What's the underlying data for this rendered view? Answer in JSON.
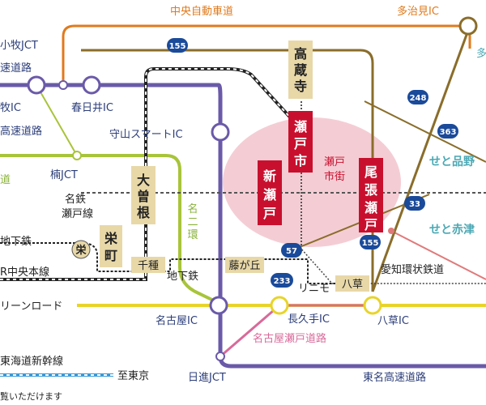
{
  "colors": {
    "chuo_expressway": "#e07a1c",
    "tomei_expressway": "#6a5aa8",
    "meinikan": "#a8c43a",
    "green_road": "#e8d42a",
    "nagoya_seto_road": "#d86a9a",
    "aichi_loop_railway": "#8a6d2a",
    "meitetsu_seto": "#555555",
    "subway": "#222222",
    "shinkansen": "#3a9ad8",
    "station_red": "#c8102e",
    "station_tan": "#e8d8a8",
    "highlight_pink": "#f2c4cc",
    "route_blue": "#1a4a9a"
  },
  "roads": {
    "chuo": "中央自動車道",
    "tomei": "東名高速道路",
    "meinikan": "名二環",
    "green_road": "リーンロード",
    "nagoya_seto_road": "名古屋瀬戸道路",
    "aichi_loop": "愛知環状鉄道",
    "meitetsu_seto": "名鉄\n瀬戸線",
    "chuo_line": "R中央本線",
    "subway_a": "地下鉄",
    "subway_b": "地下鉄",
    "shinkansen": "東海道新幹線",
    "linimo": "リニモ",
    "expressway_left1": "速道路",
    "expressway_left2": "高速道路",
    "michi": "道"
  },
  "interchanges": {
    "tajimi": "多治見IC",
    "komaki_jct": "小牧JCT",
    "komaki_ic": "牧IC",
    "kasugai": "春日井IC",
    "moriyama": "守山スマートIC",
    "kusunoki": "楠JCT",
    "nagoya": "名古屋IC",
    "nagakute": "長久手IC",
    "yagusa_ic": "八草IC",
    "nisshin": "日進JCT"
  },
  "stations": {
    "kozoji": "高蔵寺",
    "setoshi": "瀬戸市",
    "shinseto": "新瀬戸",
    "owariseto": "尾張瀬戸",
    "setoshigai": "瀬戸\n市街",
    "ozone": "大曽根",
    "sakae_circle": "栄",
    "sakaemachi": "栄町",
    "chikusa": "千種",
    "fujigaoka": "藤が丘",
    "yagusa": "八草"
  },
  "routes": [
    "155",
    "248",
    "363",
    "33",
    "57",
    "233",
    "155"
  ],
  "right_labels": {
    "setoshinano": "せと品野",
    "setoakatsu": "せと赤津",
    "truncated_top": "多"
  },
  "bottom": {
    "to_tokyo": "至東京",
    "footer": "覧いただけます"
  }
}
